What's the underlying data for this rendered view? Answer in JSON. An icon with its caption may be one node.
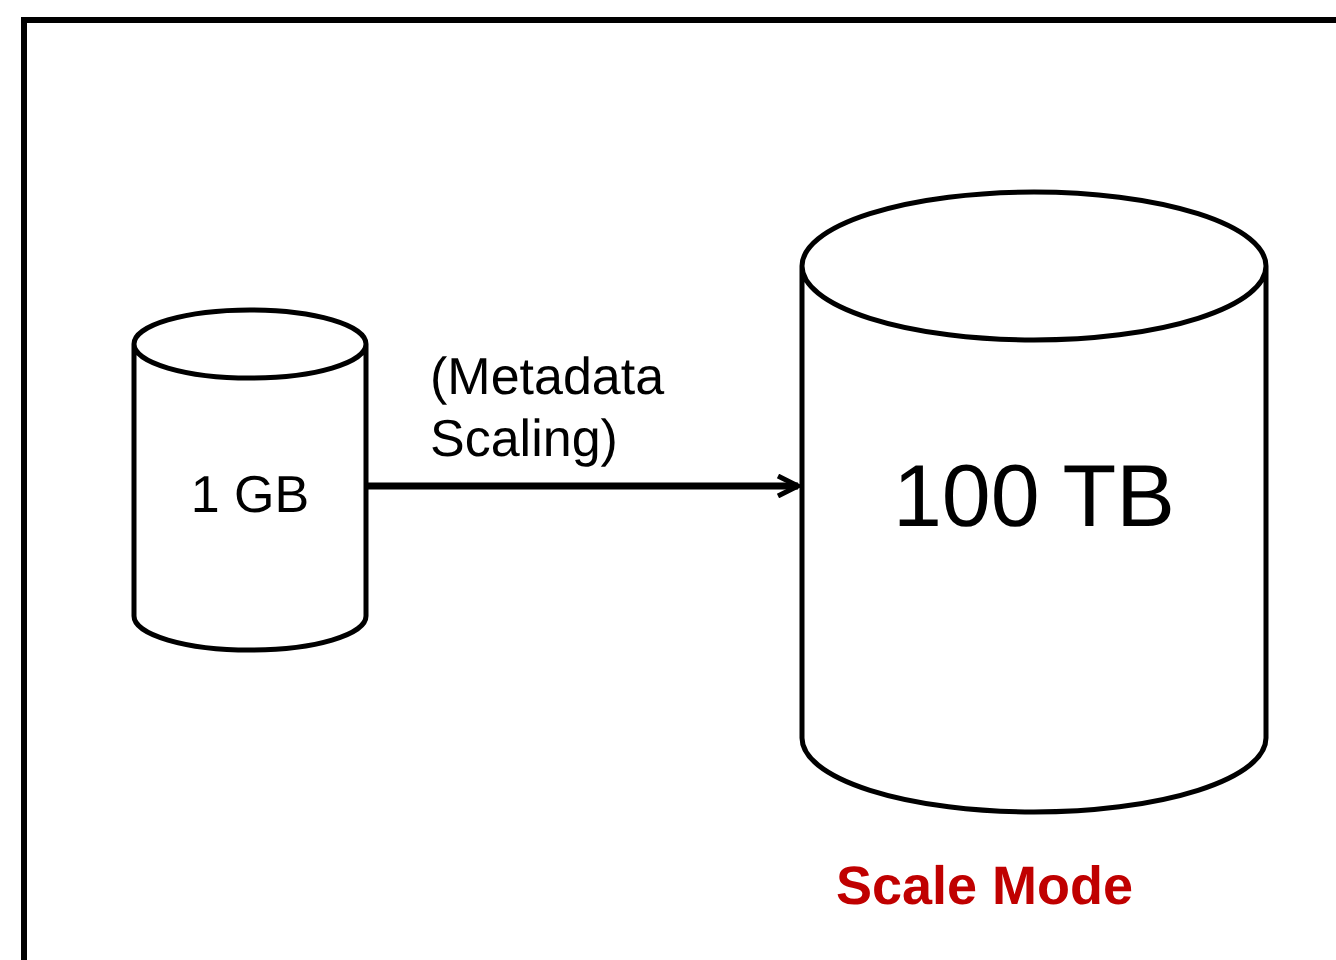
{
  "diagram": {
    "nodes": [
      {
        "text": [
          "1 GB"
        ]
      },
      {
        "text": [
          "100 TB"
        ],
        "beside": [
          "Scale Mode"
        ]
      }
    ],
    "edges": [
      {
        "from": 0,
        "to": 1,
        "arrow": "to",
        "label": "(Metadata Scaling)"
      }
    ]
  }
}
